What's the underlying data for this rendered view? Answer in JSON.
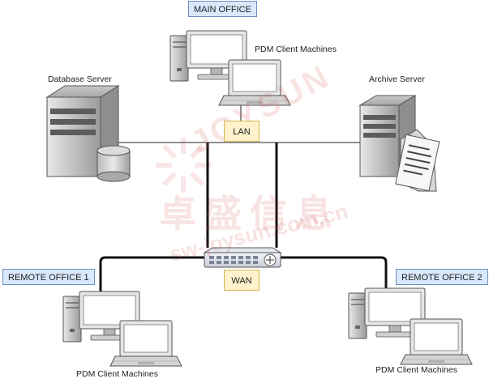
{
  "offices": {
    "main": "MAIN OFFICE",
    "remote1": "REMOTE OFFICE 1",
    "remote2": "REMOTE OFFICE 2"
  },
  "servers": {
    "database": "Database Server",
    "archive": "Archive Server"
  },
  "clients": {
    "main": "PDM Client Machines",
    "remote1": "PDM Client Machines",
    "remote2": "PDM Client Machines"
  },
  "network": {
    "lan": "LAN",
    "wan": "WAN"
  },
  "watermark": {
    "brand": "JOYSUN",
    "chinese": "卓盛信息",
    "url": "sw-joysun.com.cn"
  },
  "colors": {
    "office_fill": "#dae8fc",
    "office_stroke": "#6c8ebf",
    "network_fill": "#fff2cc",
    "network_stroke": "#d6b656"
  }
}
